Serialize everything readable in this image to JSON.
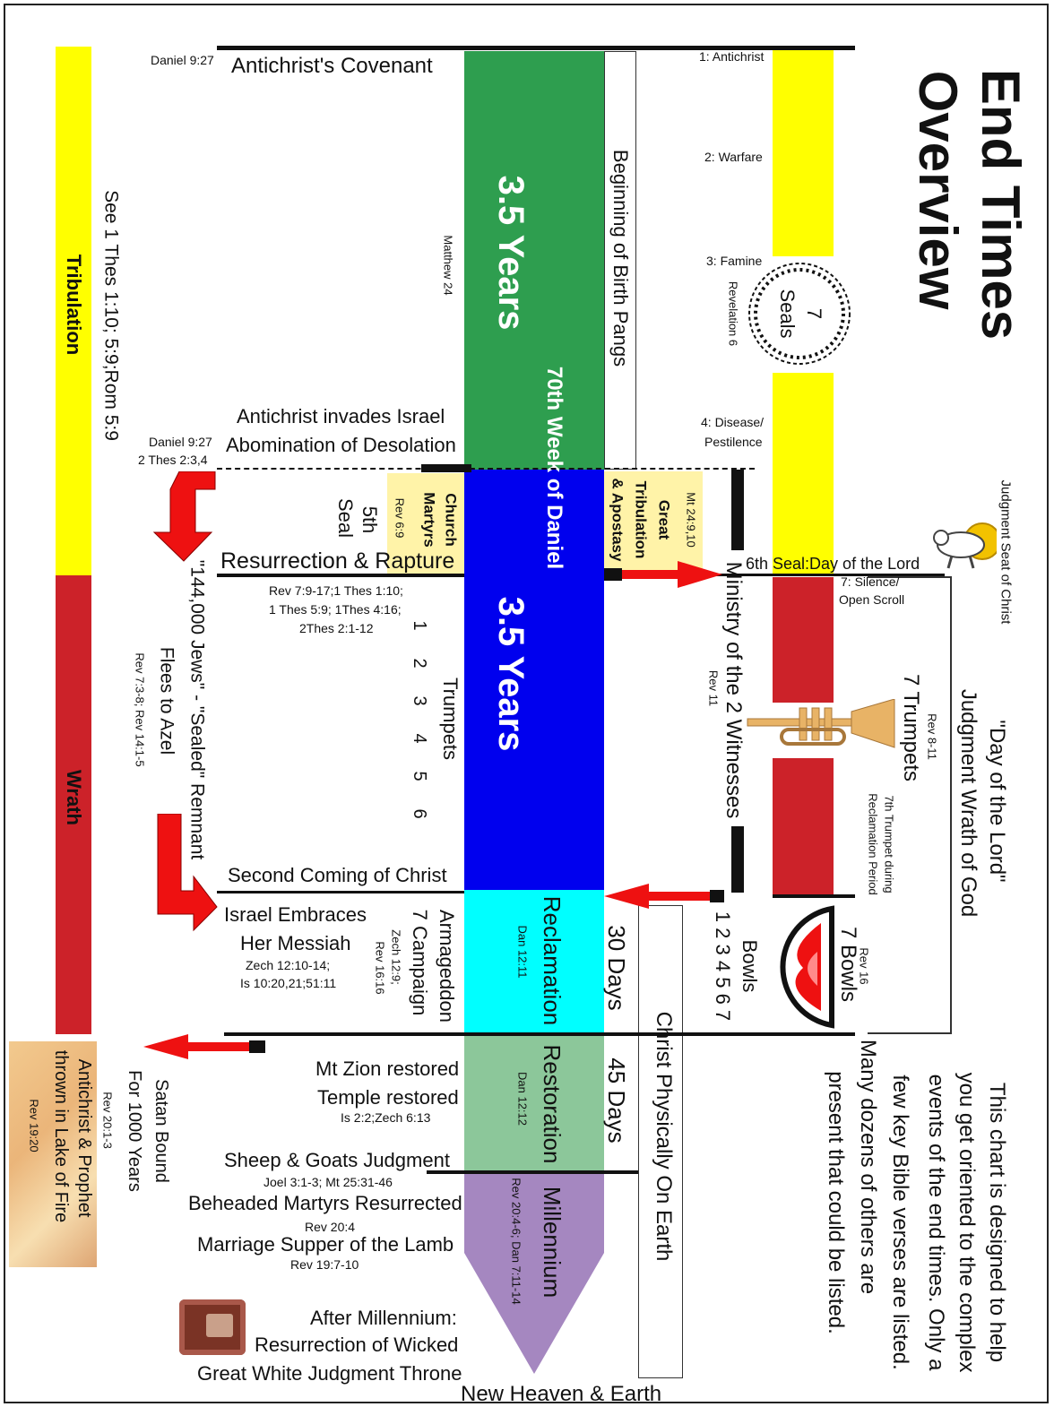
{
  "title": {
    "line1": "End Times",
    "line2": "Overview"
  },
  "description": [
    "This chart is designed to help",
    "you get oriented to the complex",
    "events of the end times. Only a",
    "few key Bible verses are listed.",
    "Many dozens of others are",
    "present that could be listed."
  ],
  "periods": {
    "tribulation": "Tribulation",
    "wrath": "Wrath",
    "see_refs": "See 1 Thes 1:10; 5:9;Rom 5:9"
  },
  "week": {
    "first_half": "3.5 Years",
    "second_half": "3.5 Years",
    "seventieth": "70th Week of Daniel",
    "matthew": "Matthew 24",
    "birth_pangs": "Beginning of Birth Pangs"
  },
  "great_tribulation": {
    "ref": "Mt 24:9,10",
    "line1": "Great",
    "line2": "Tribulation",
    "line3": "& Apostasy"
  },
  "martyrs": {
    "line1": "Church",
    "line2": "Martyrs",
    "ref": "Rev 6:9",
    "seal1": "5th",
    "seal2": "Seal"
  },
  "events_left": {
    "covenant_ref": "Daniel 9:27",
    "covenant": "Antichrist's Covenant",
    "invades": "Antichrist invades Israel",
    "abomination": "Abomination of Desolation",
    "abomination_ref1": "Daniel 9:27",
    "abomination_ref2": "2 Thes 2:3,4",
    "rapture": "Resurrection & Rapture",
    "rapture_ref1": "Rev 7:9-17;1 Thes 1:10;",
    "rapture_ref2": "1 Thes 5:9; 1Thes 4:16;",
    "rapture_ref3": "2Thes 2:1-12",
    "jews": "\"144,000 Jews\" - \"Sealed\" Remnant",
    "flees": "Flees to Azel",
    "flees_ref": "Rev 7:3-8; Rev 14:1-5",
    "trumpets_label": "Trumpets",
    "trumpet_numbers": [
      "1",
      "2",
      "3",
      "4",
      "5",
      "6"
    ],
    "second_coming": "Second Coming of Christ",
    "israel1": "Israel Embraces",
    "israel2": "Her Messiah",
    "israel_ref1": "Zech 12:10-14;",
    "israel_ref2": "Is 10:20,21;51:11",
    "armageddon1": "Armageddon",
    "armageddon2": "7 Campaign",
    "armageddon_ref1": "Zech 12:9;",
    "armageddon_ref2": "Rev 16:16",
    "zion": "Mt Zion restored",
    "temple": "Temple restored",
    "temple_ref": "Is 2:2;Zech 6:13",
    "sheep": "Sheep & Goats Judgment",
    "sheep_ref": "Joel 3:1-3; Mt 25:31-46",
    "beheaded": "Beheaded Martyrs Resurrected",
    "beheaded_ref": "Rev 20:4",
    "marriage": "Marriage Supper of the Lamb",
    "marriage_ref": "Rev 19:7-10",
    "after": "After Millennium:",
    "wicked": "Resurrection of Wicked",
    "throne": "Great White Judgment Throne",
    "new_heaven": "New Heaven & Earth"
  },
  "satan": {
    "line1": "Satan Bound",
    "line2": "For 1000 Years",
    "ref1": "Rev 20:1-3",
    "line3": "Antichrist & Prophet",
    "line4": "thrown in Lake of Fire",
    "ref2": "Rev 19:20"
  },
  "phases": {
    "reclamation": "Reclamation",
    "reclamation_ref": "Dan 12:11",
    "thirty": "30 Days",
    "restoration": "Restoration",
    "restoration_ref": "Dan 12:12",
    "fortyfive": "45 Days",
    "millennium": "Millennium",
    "millennium_ref": "Rev 20:4-6; Dan 7:11-14",
    "christ_on_earth": "Christ Physically On Earth",
    "witnesses": "Ministry of the 2 Witnesses",
    "witnesses_ref": "Rev 11"
  },
  "seals": {
    "s1": "1: Antichrist",
    "s2": "2: Warfare",
    "s3": "3: Famine",
    "s4a": "4: Disease/",
    "s4b": "Pestilence",
    "badge1": "7",
    "badge2": "Seals",
    "badge_ref": "Revelation 6",
    "s6": "6th Seal:Day of the Lord",
    "s7a": "7: Silence/",
    "s7b": "Open Scroll",
    "judgment_seat": "Judgment Seat of Christ"
  },
  "trumpets_right": {
    "label": "7 Trumpets",
    "ref": "Rev 8-11",
    "note1": "7th Trumpet during",
    "note2": "Reclamation Period"
  },
  "bowls": {
    "label": "7 Bowls",
    "ref": "Rev 16",
    "bowls_word": "Bowls",
    "numbers": "1 2 3 4 5 6 7"
  },
  "day_of_lord": {
    "line1": "\"Day of the Lord\"",
    "line2": "Judgment Wrath of God"
  },
  "colors": {
    "yellow": "#ffff00",
    "red": "#cc2229",
    "green": "#2e9e4f",
    "blue": "#0000ee",
    "cyan": "#00ffff",
    "sage": "#8cc79a",
    "purple": "#a587c0",
    "pale": "#fff3a8"
  }
}
